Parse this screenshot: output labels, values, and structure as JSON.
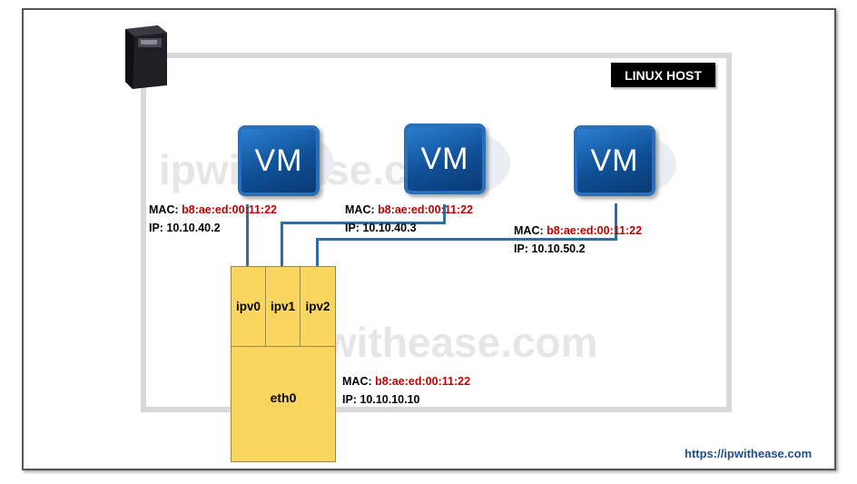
{
  "diagram": {
    "host_label": "LINUX HOST",
    "watermark": "ipwithease.com",
    "url": "https://ipwithease.com",
    "vms": [
      {
        "label": "VM",
        "mac_prefix": "MAC: ",
        "mac": "b8:ae:ed:00:11:22",
        "ip": "IP: 10.10.40.2"
      },
      {
        "label": "VM",
        "mac_prefix": "MAC: ",
        "mac": "b8:ae:ed:00:11:22",
        "ip": "IP: 10.10.40.3"
      },
      {
        "label": "VM",
        "mac_prefix": "MAC: ",
        "mac": "b8:ae:ed:00:11:22",
        "ip": "IP: 10.10.50.2"
      }
    ],
    "interfaces": [
      "ipv0",
      "ipv1",
      "ipv2"
    ],
    "physical": {
      "label": "eth0",
      "mac_prefix": "MAC: ",
      "mac": "b8:ae:ed:00:11:22",
      "ip": "IP: 10.10.10.10"
    },
    "colors": {
      "wire": "#2e6ea6",
      "nic": "#fad560",
      "mac": "#c00000",
      "vm": "#0f4f96"
    }
  }
}
